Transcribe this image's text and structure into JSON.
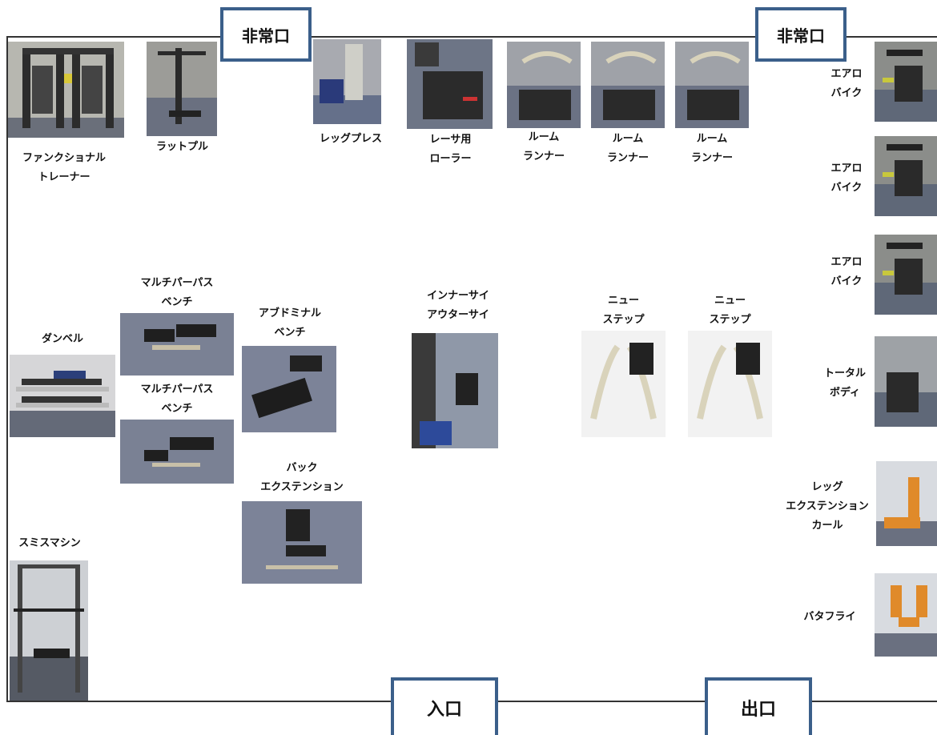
{
  "doors": {
    "emergency_left": "非常口",
    "emergency_right": "非常口",
    "entrance": "入口",
    "exit": "出口"
  },
  "equipment": {
    "functional_trainer": [
      "ファンクショナル",
      "トレーナー"
    ],
    "lat_pull": "ラットプル",
    "leg_press": "レッグプレス",
    "laser_roller": [
      "レーサ用",
      "ローラー"
    ],
    "room_runner_1": [
      "ルーム",
      "ランナー"
    ],
    "room_runner_2": [
      "ルーム",
      "ランナー"
    ],
    "room_runner_3": [
      "ルーム",
      "ランナー"
    ],
    "aero_bike_1": [
      "エアロ",
      "バイク"
    ],
    "aero_bike_2": [
      "エアロ",
      "バイク"
    ],
    "aero_bike_3": [
      "エアロ",
      "バイク"
    ],
    "dumbbell": "ダンベル",
    "multipurpose_bench_1": [
      "マルチパーパス",
      "ベンチ"
    ],
    "multipurpose_bench_2": [
      "マルチパーパス",
      "ベンチ"
    ],
    "abdominal_bench": [
      "アブドミナル",
      "ベンチ"
    ],
    "back_extension": [
      "バック",
      "エクステンション"
    ],
    "inner_outer_thigh": [
      "インナーサイ",
      "アウターサイ"
    ],
    "new_step_1": [
      "ニュー",
      "ステップ"
    ],
    "new_step_2": [
      "ニュー",
      "ステップ"
    ],
    "total_body": [
      "トータル",
      "ボディ"
    ],
    "leg_extension_curl": [
      "レッグ",
      "エクステンション",
      "カール"
    ],
    "butterfly": "バタフライ",
    "smith_machine": "スミスマシン"
  },
  "colors": {
    "door_border": "#3b5f8a",
    "wall": "#333333",
    "floor_carpet": "#5f6878",
    "machine_dark": "#2a2a2a",
    "machine_cream": "#d9d3bb",
    "accent_orange": "#e08a2a",
    "accent_yellow": "#c8c83c"
  }
}
